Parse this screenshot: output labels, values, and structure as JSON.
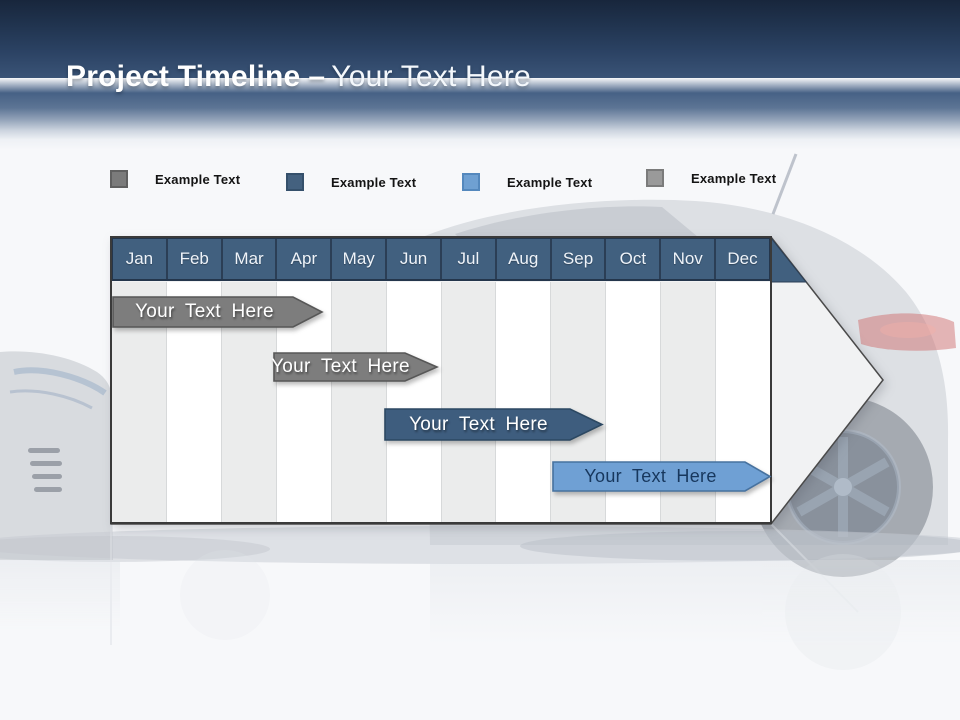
{
  "header": {
    "title_bold": "Project Timeline",
    "title_dash": "–",
    "title_rest": "Your Text Here"
  },
  "legend": {
    "items": [
      {
        "label": "Example Text",
        "color": "#7b7b7b",
        "border": "#606060"
      },
      {
        "label": "Example Text",
        "color": "#44617f",
        "border": "#35506b"
      },
      {
        "label": "Example Text",
        "color": "#6fa0d2",
        "border": "#5488bd"
      },
      {
        "label": "Example Text",
        "color": "#9a9a9a",
        "border": "#7b7b7b"
      }
    ]
  },
  "timeline": {
    "months": [
      "Jan",
      "Feb",
      "Mar",
      "Apr",
      "May",
      "Jun",
      "Jul",
      "Aug",
      "Sep",
      "Oct",
      "Nov",
      "Dec"
    ],
    "header_fill": "#41607f",
    "arrow_fill": "#f1f2f3",
    "bars": [
      {
        "label": "Your Text Here",
        "fill": "#7d7d7d",
        "border": "#575757",
        "text_color": "#ffffff",
        "span": "Jan–Apr"
      },
      {
        "label": "Your Text Here",
        "fill": "#7d7d7d",
        "border": "#575757",
        "text_color": "#ffffff",
        "span": "Apr–Jun"
      },
      {
        "label": "Your Text Here",
        "fill": "#3e5d7e",
        "border": "#2c4862",
        "text_color": "#ffffff",
        "span": "Jun–Sep"
      },
      {
        "label": "Your Text Here",
        "fill": "#6fa0d4",
        "border": "#47729f",
        "text_color": "#17375d",
        "span": "Sep–Dec"
      }
    ]
  },
  "background": {
    "image": "faded-car-photo"
  }
}
